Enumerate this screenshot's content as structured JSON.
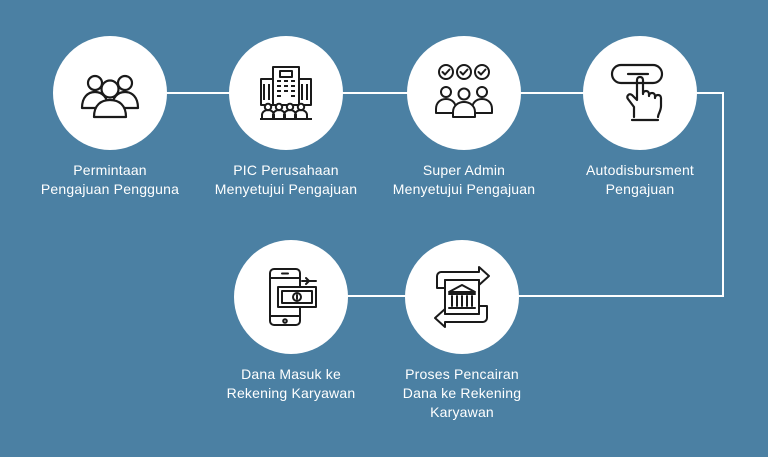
{
  "colors": {
    "background": "#4b80a3",
    "circle": "#ffffff",
    "icon": "#1a1a1a",
    "text": "#ffffff",
    "line": "#ffffff"
  },
  "steps": [
    {
      "icon": "users-group-icon",
      "lines": [
        "Permintaan",
        "Pengajuan Pengguna"
      ]
    },
    {
      "icon": "office-building-icon",
      "lines": [
        "PIC Perusahaan",
        "Menyetujui Pengajuan"
      ]
    },
    {
      "icon": "approval-team-icon",
      "lines": [
        "Super Admin",
        "Menyetujui Pengajuan"
      ]
    },
    {
      "icon": "hand-tap-button-icon",
      "lines": [
        "Autodisbursment",
        "Pengajuan"
      ]
    },
    {
      "icon": "bank-transfer-icon",
      "lines": [
        "Proses Pencairan",
        "Dana ke Rekening",
        "Karyawan"
      ]
    },
    {
      "icon": "phone-money-icon",
      "lines": [
        "Dana Masuk ke",
        "Rekening Karyawan"
      ]
    }
  ]
}
